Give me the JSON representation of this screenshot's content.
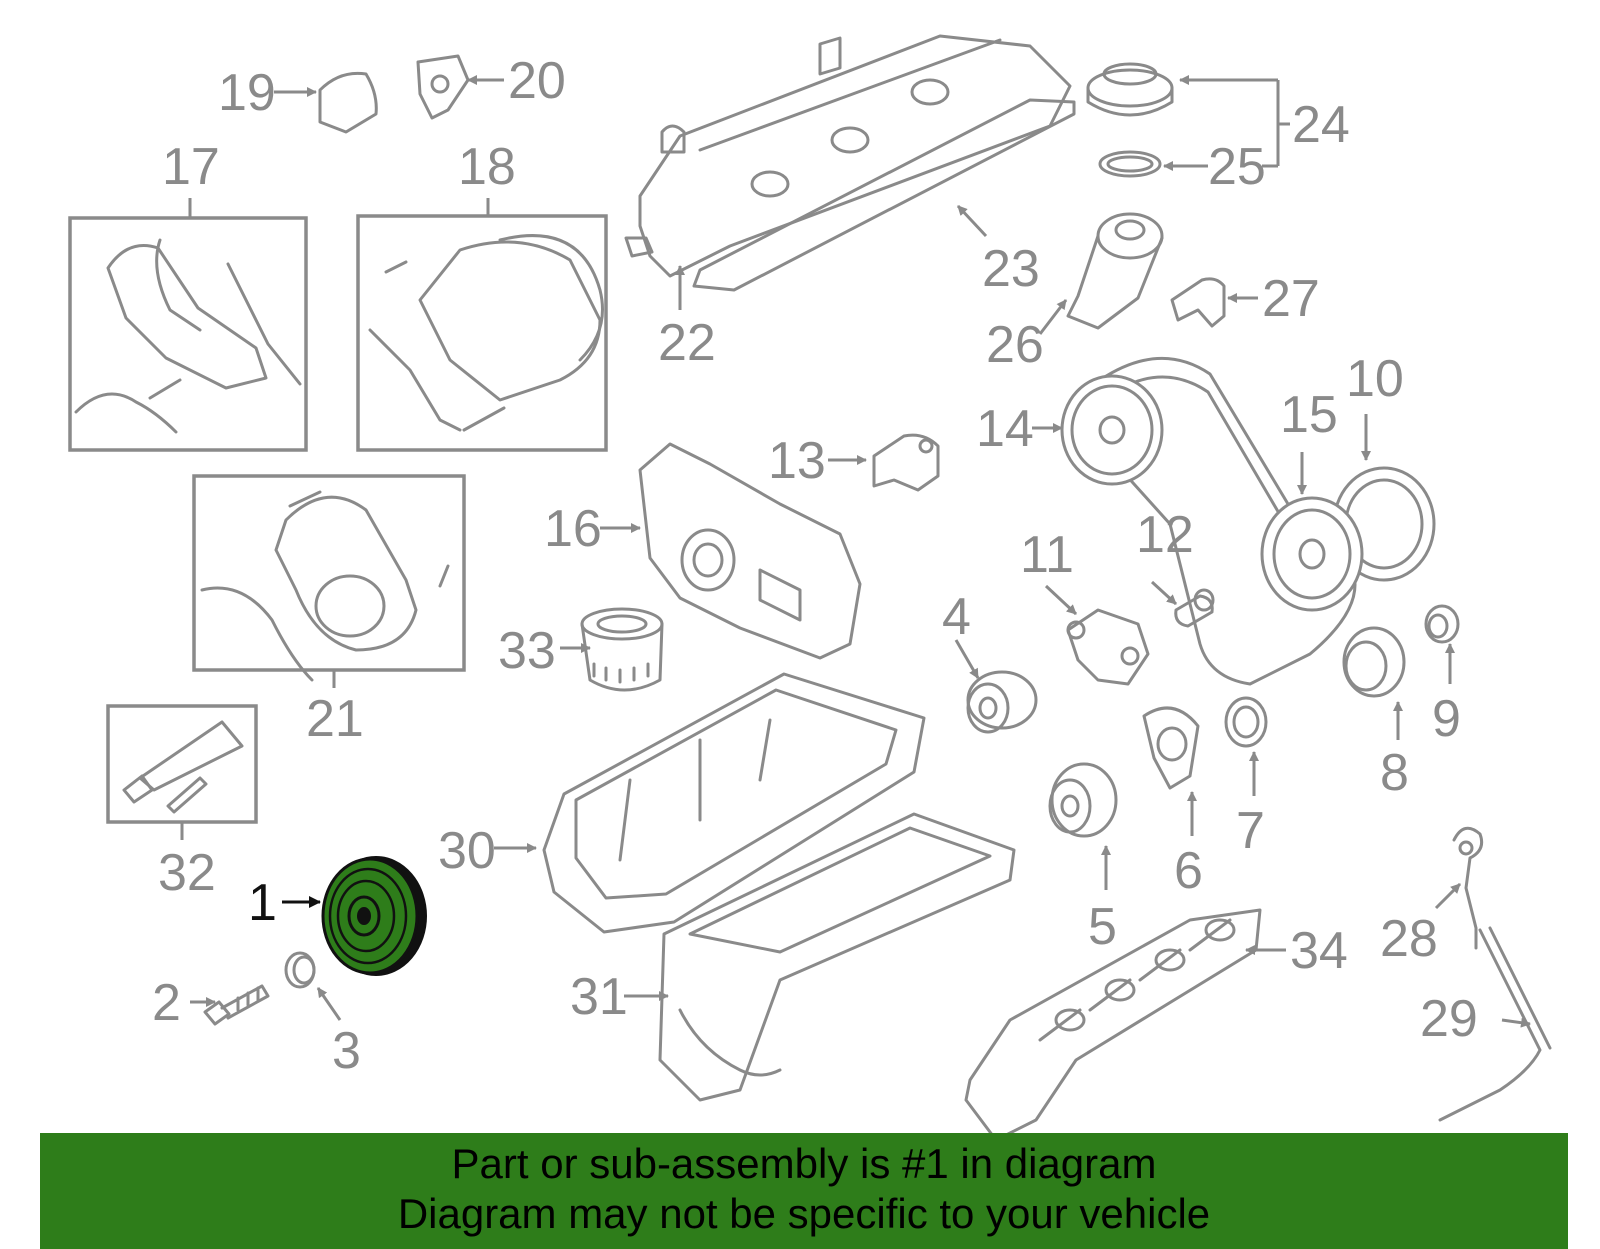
{
  "diagram": {
    "callouts": [
      "1",
      "2",
      "3",
      "4",
      "5",
      "6",
      "7",
      "8",
      "9",
      "10",
      "11",
      "12",
      "13",
      "14",
      "15",
      "16",
      "17",
      "18",
      "19",
      "20",
      "21",
      "22",
      "23",
      "24",
      "25",
      "26",
      "27",
      "28",
      "29",
      "30",
      "31",
      "32",
      "33",
      "34"
    ],
    "highlighted_part": "1"
  },
  "colors": {
    "line": "#8a8a8a",
    "highlight_part": "#2e7d1a",
    "banner_background": "#2e7d1a",
    "banner_text": "#000000"
  },
  "banner": {
    "line1": "Part or sub-assembly is #1 in diagram",
    "line2": "Diagram may not be specific to your vehicle"
  }
}
